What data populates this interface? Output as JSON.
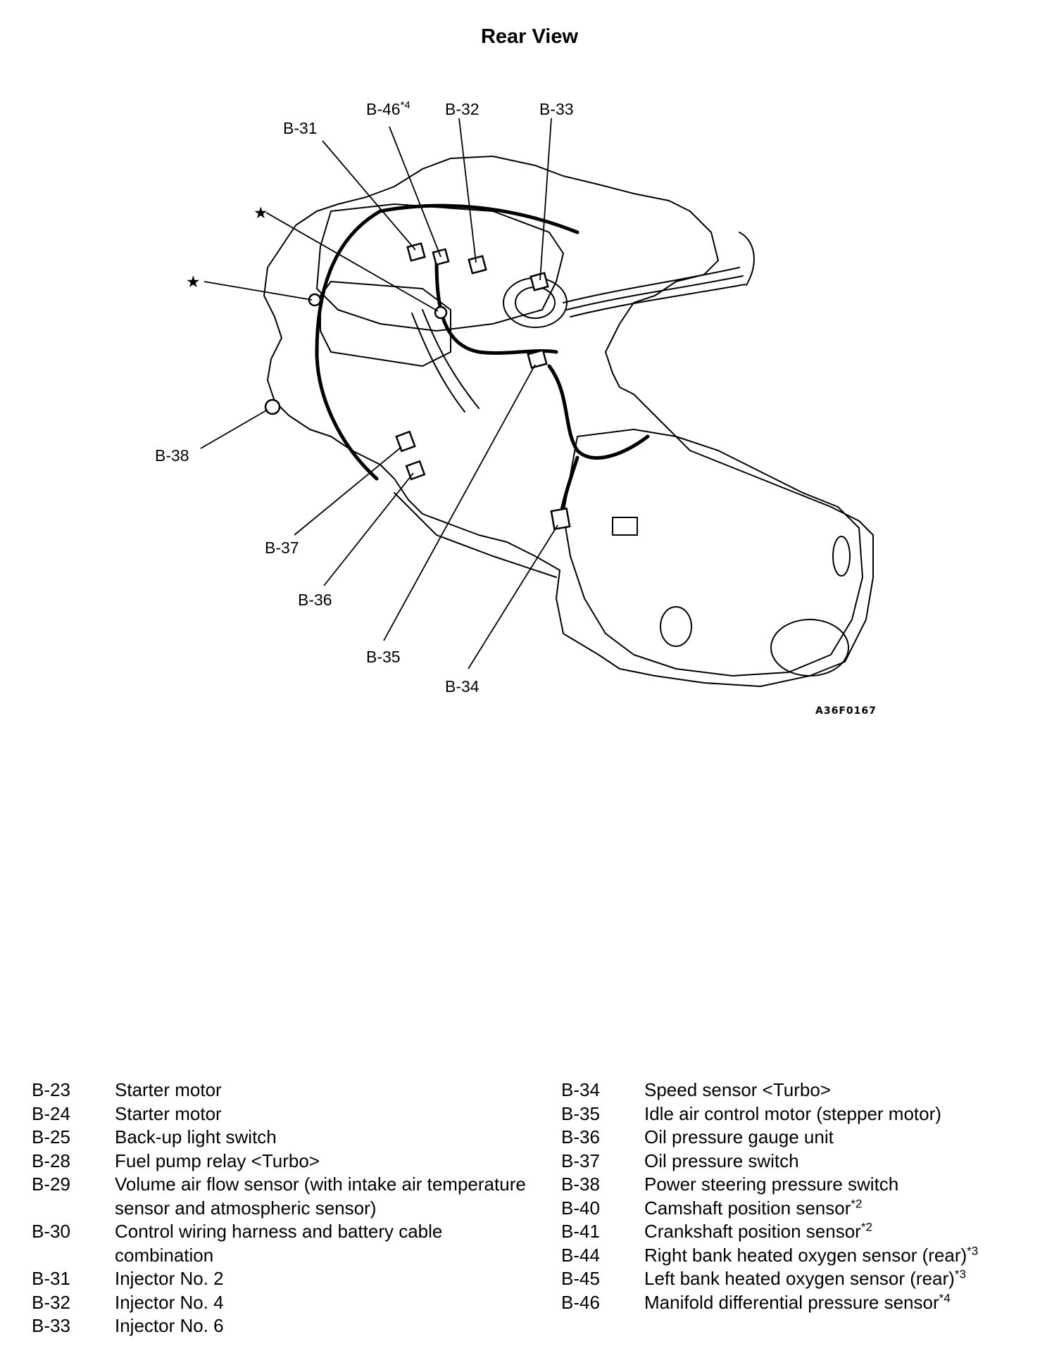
{
  "title": "Rear View",
  "figure_code": "A36F0167",
  "callouts": {
    "b46": "B-46",
    "b46_sup": "*4",
    "b32": "B-32",
    "b33": "B-33",
    "b31": "B-31",
    "b38": "B-38",
    "b37": "B-37",
    "b36": "B-36",
    "b35": "B-35",
    "b34": "B-34",
    "star": "★"
  },
  "legend_left": [
    {
      "code": "B-23",
      "desc": "Starter motor"
    },
    {
      "code": "B-24",
      "desc": "Starter motor"
    },
    {
      "code": "B-25",
      "desc": "Back-up light switch"
    },
    {
      "code": "B-28",
      "desc": "Fuel pump relay <Turbo>"
    },
    {
      "code": "B-29",
      "desc": "Volume air flow sensor (with intake air temperature sensor and atmospheric sensor)"
    },
    {
      "code": "B-30",
      "desc": "Control wiring harness and battery cable combination"
    },
    {
      "code": "B-31",
      "desc": "Injector No. 2"
    },
    {
      "code": "B-32",
      "desc": "Injector No. 4"
    },
    {
      "code": "B-33",
      "desc": "Injector No. 6"
    }
  ],
  "legend_right": [
    {
      "code": "B-34",
      "desc": "Speed sensor <Turbo>",
      "sup": ""
    },
    {
      "code": "B-35",
      "desc": "Idle air control motor (stepper motor)",
      "sup": ""
    },
    {
      "code": "B-36",
      "desc": "Oil pressure gauge unit",
      "sup": ""
    },
    {
      "code": "B-37",
      "desc": "Oil pressure switch",
      "sup": ""
    },
    {
      "code": "B-38",
      "desc": "Power steering pressure switch",
      "sup": ""
    },
    {
      "code": "B-40",
      "desc": "Camshaft position sensor",
      "sup": "*2"
    },
    {
      "code": "B-41",
      "desc": "Crankshaft position sensor",
      "sup": "*2"
    },
    {
      "code": "B-44",
      "desc": "Right bank heated oxygen sensor (rear)",
      "sup": "*3"
    },
    {
      "code": "B-45",
      "desc": "Left bank heated oxygen sensor (rear)",
      "sup": "*3"
    },
    {
      "code": "B-46",
      "desc": "Manifold differential pressure sensor",
      "sup": "*4"
    }
  ]
}
